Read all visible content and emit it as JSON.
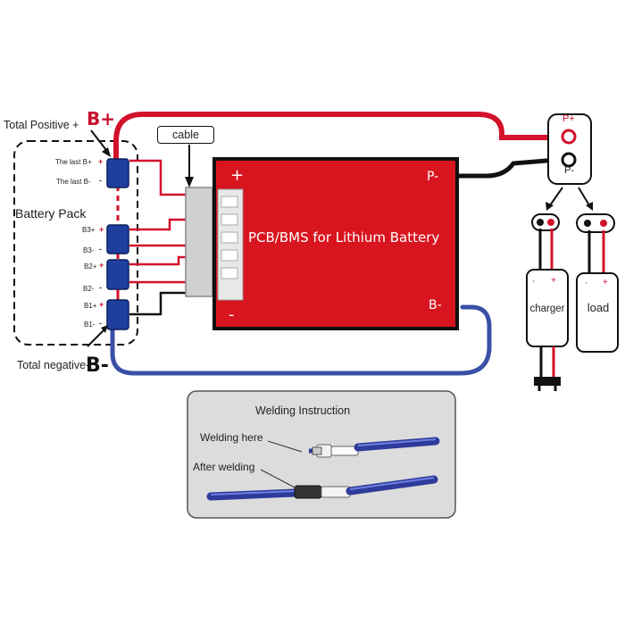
{
  "labels": {
    "total_positive": "Total Positive +",
    "b_plus": "B+",
    "total_negative": "Total negative-",
    "b_minus": "B-",
    "battery_pack": "Battery Pack",
    "cable": "cable",
    "pcb_title": "PCB/BMS for Lithium Battery",
    "pcb_plus": "+",
    "pcb_minus": "-",
    "p_minus": "P-",
    "b_minus_pcb": "B-",
    "terminal_p_plus": "P+",
    "terminal_p_minus": "P-",
    "charger": "charger",
    "load": "load",
    "welding_title": "Welding Instruction",
    "welding_here": "Welding here",
    "after_welding": "After welding"
  },
  "cells": [
    {
      "label_top": "The last B+",
      "label_bottom": "The last B-",
      "mark_top": "+",
      "mark_bottom": "-"
    },
    {
      "label_top": "B3+",
      "label_bottom": "B3-",
      "mark_top": "+",
      "mark_bottom": "-"
    },
    {
      "label_top": "B2+",
      "label_bottom": "B2-",
      "mark_top": "+",
      "mark_bottom": "-"
    },
    {
      "label_top": "B1+",
      "label_bottom": "B1-",
      "mark_top": "+",
      "mark_bottom": "-"
    }
  ],
  "colors": {
    "positive_wire": "#d3112a",
    "negative_wire": "#111111",
    "return_wire": "#3a4fa6",
    "pcb_body": "#d8141f",
    "cell_blue": "#1f3f9e",
    "panel_bg": "#dcdcdc"
  }
}
